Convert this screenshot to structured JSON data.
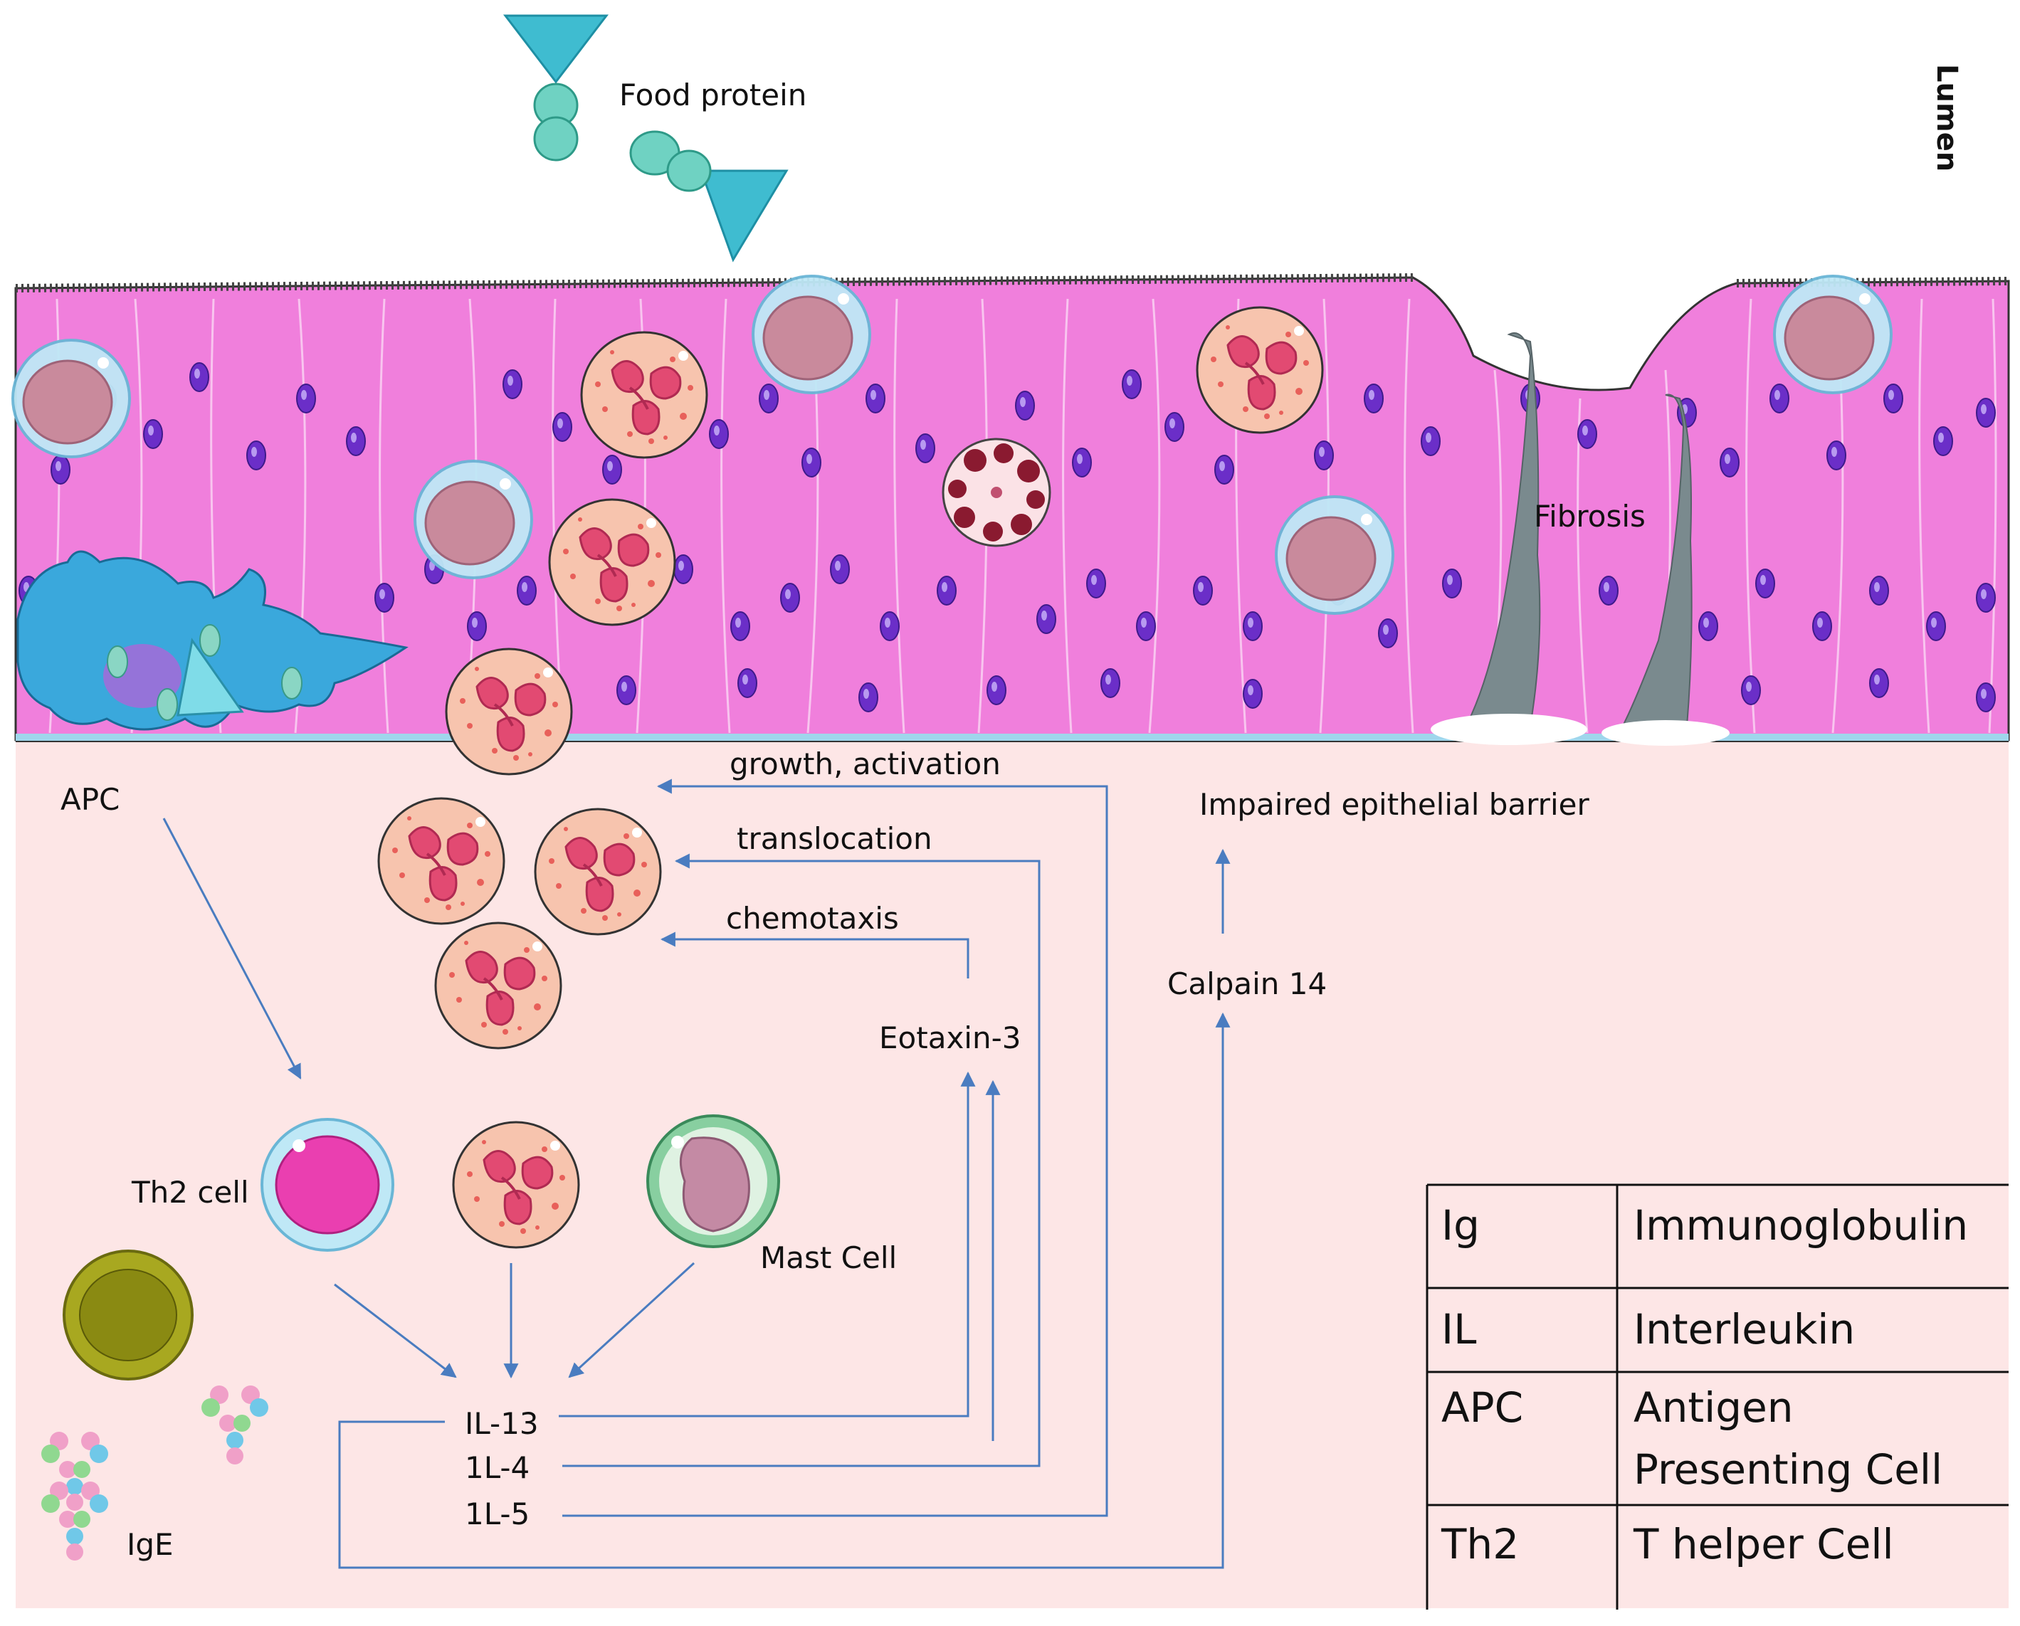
{
  "labels": {
    "food_protein": "Food protein",
    "lumen": "Lumen",
    "fibrosis": "Fibrosis",
    "apc": "APC",
    "growth_activation": "growth, activation",
    "translocation": "translocation",
    "chemotaxis": "chemotaxis",
    "eotaxin3": "Eotaxin-3",
    "impaired_barrier": "Impaired epithelial barrier",
    "calpain14": "Calpain 14",
    "th2_cell": "Th2 cell",
    "mast_cell": "Mast Cell",
    "il13": "IL-13",
    "il4": "1L-4",
    "il5": "1L-5",
    "ige": "IgE"
  },
  "legend": [
    {
      "abbr": "Ig",
      "term": "Immunoglobulin",
      "term2": ""
    },
    {
      "abbr": "IL",
      "term": "Interleukin",
      "term2": ""
    },
    {
      "abbr": "APC",
      "term": "Antigen",
      "term2": "Presenting Cell"
    },
    {
      "abbr": "Th2",
      "term": "T helper Cell",
      "term2": ""
    }
  ],
  "colors": {
    "epithelium": "#f07fdc",
    "lamina": "#fde6e6",
    "arrow": "#4a7cc0",
    "fibrosis": "#7a8a8e",
    "food_protein": "#3fbcd0",
    "apc": "#3aa8dc",
    "th2": "#ea3fb0",
    "eosinophil": "#f7c4ae",
    "mast": "#88cfa0",
    "bcell": "#a8a820"
  }
}
